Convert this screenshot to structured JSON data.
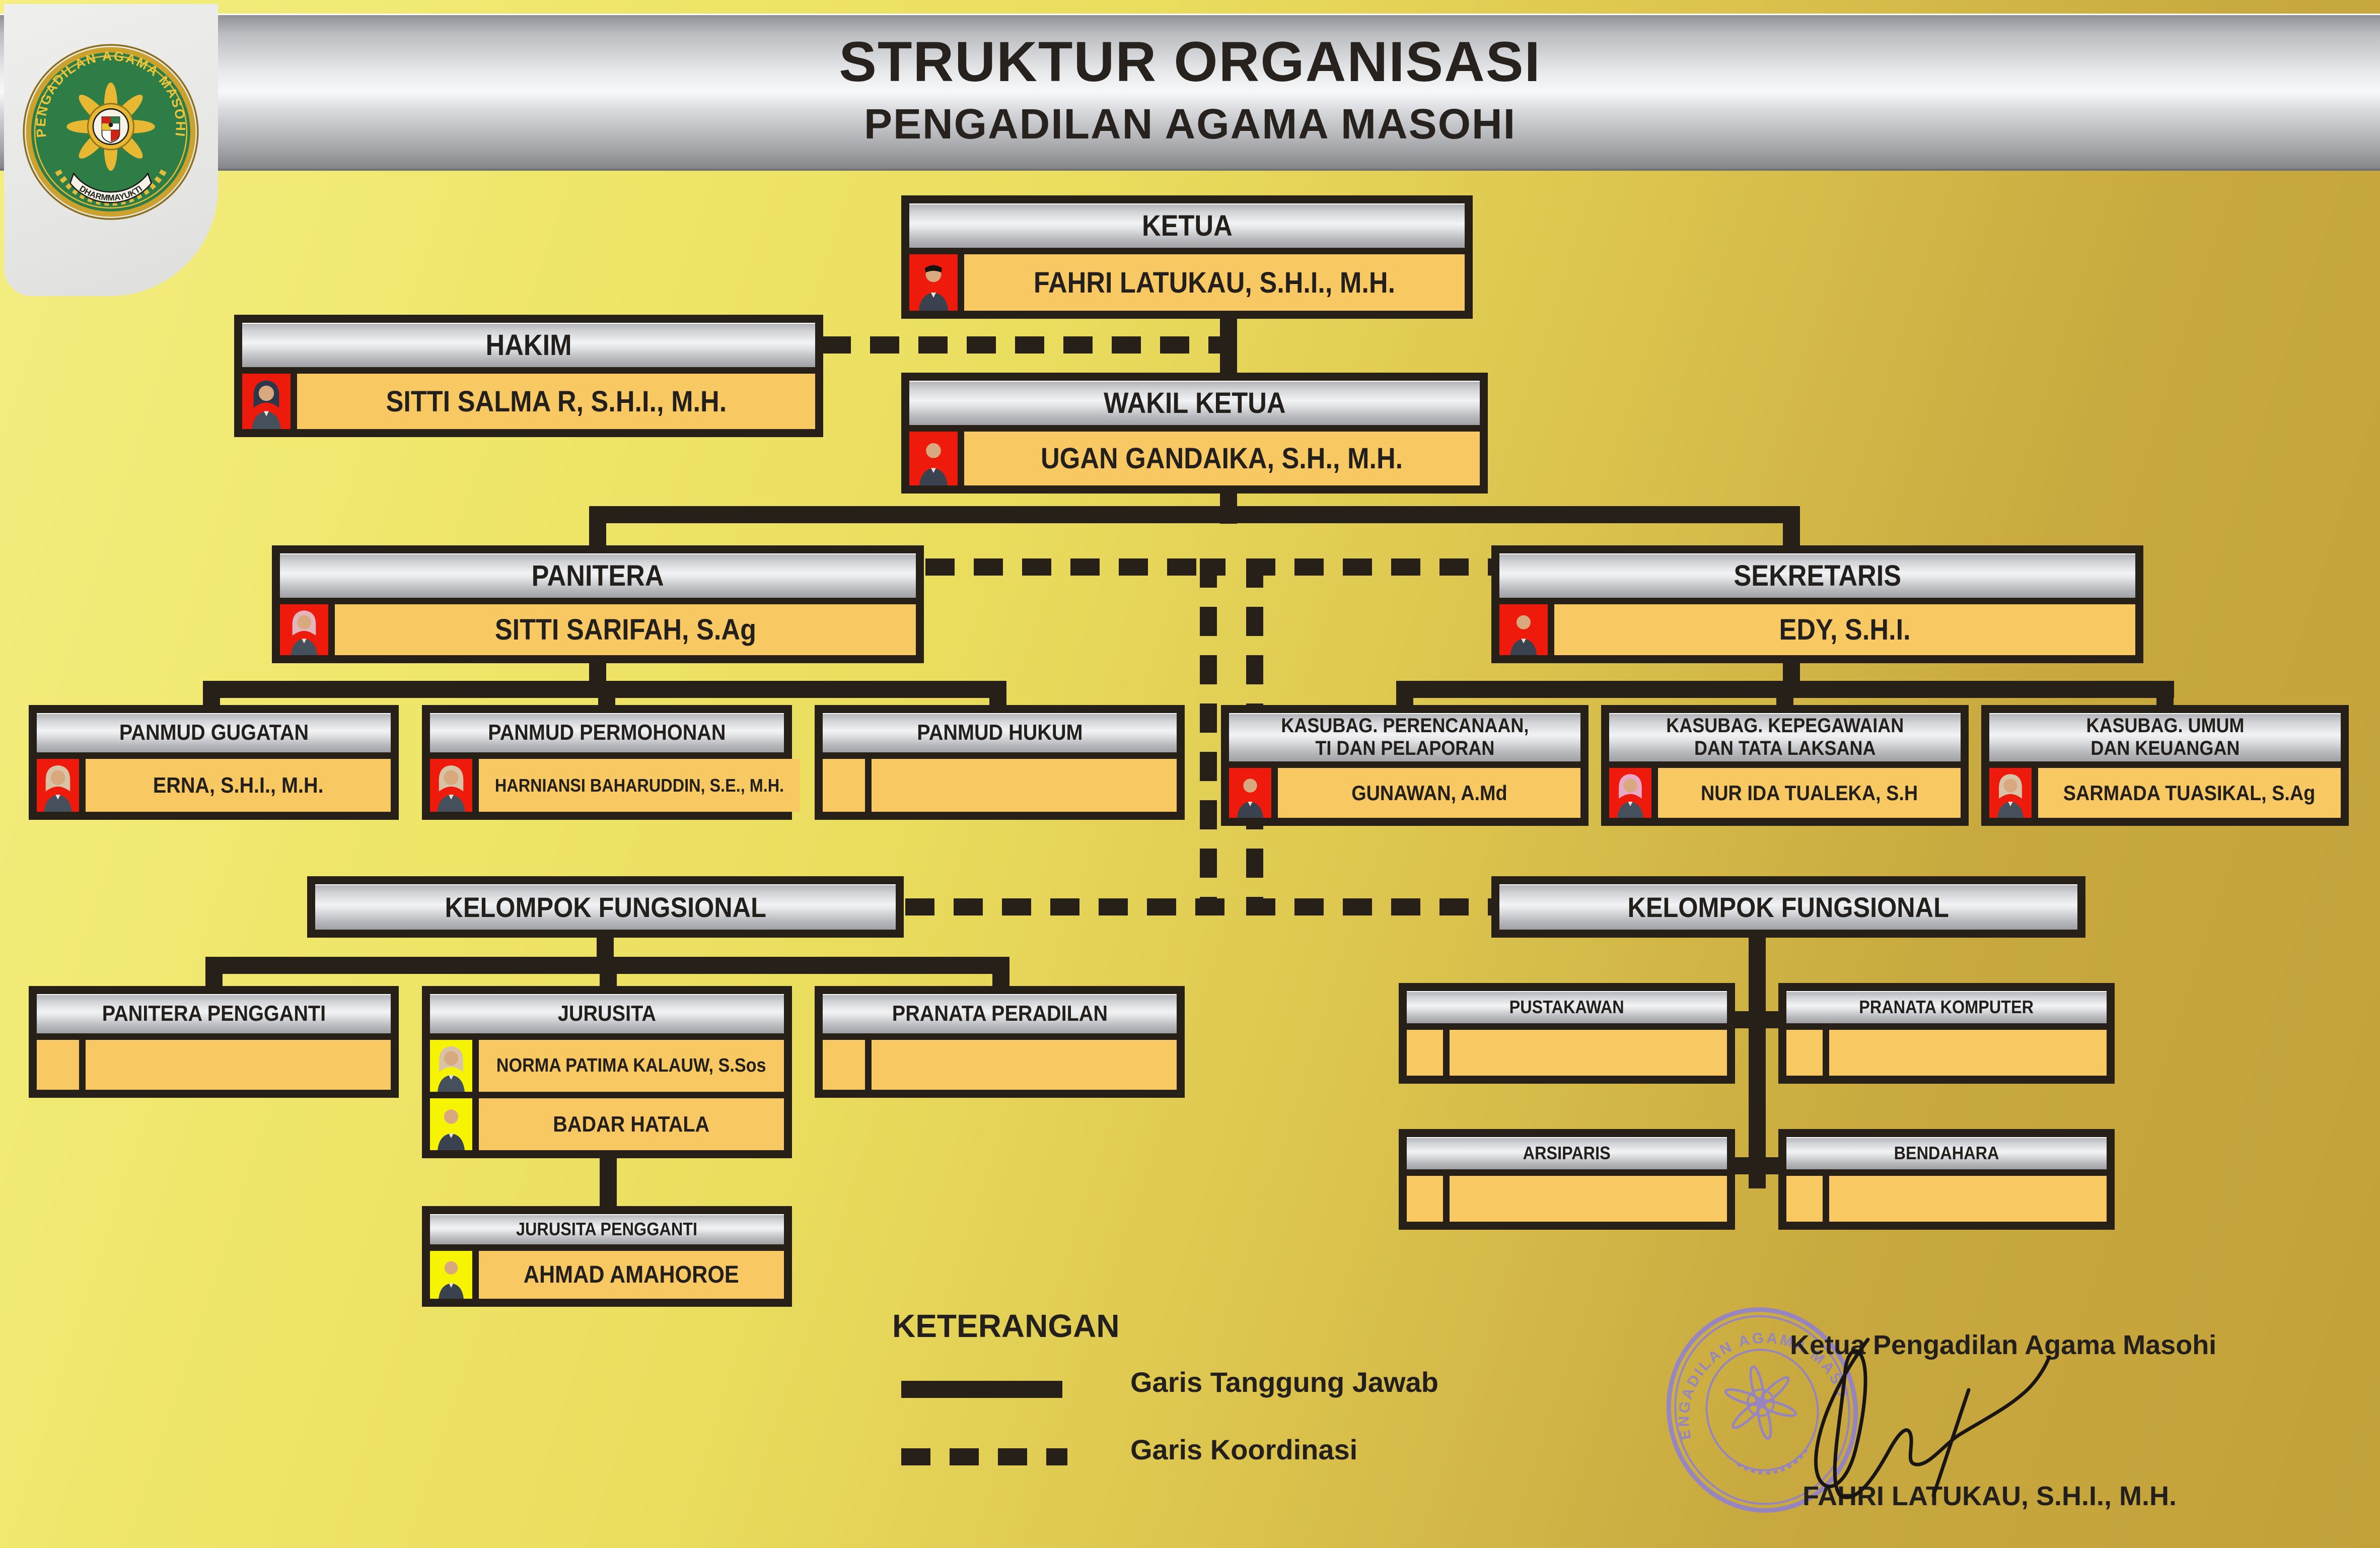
{
  "page_title": {
    "line1": "STRUKTUR ORGANISASI",
    "line2": "PENGADILAN AGAMA MASOHI"
  },
  "logo": {
    "ring_text": "PENGADILAN AGAMA MASOHI",
    "banner_text": "DHARMMAYUKTI"
  },
  "nodes": {
    "ketua": {
      "title": "KETUA",
      "name": "FAHRI LATUKAU, S.H.I., M.H."
    },
    "hakim": {
      "title": "HAKIM",
      "name": "SITTI SALMA R, S.H.I., M.H."
    },
    "wakil_ketua": {
      "title": "WAKIL KETUA",
      "name": "UGAN GANDAIKA, S.H., M.H."
    },
    "panitera": {
      "title": "PANITERA",
      "name": "SITTI SARIFAH, S.Ag"
    },
    "sekretaris": {
      "title": "SEKRETARIS",
      "name": "EDY, S.H.I."
    },
    "panmud_gugatan": {
      "title": "PANMUD GUGATAN",
      "name": "ERNA, S.H.I., M.H."
    },
    "panmud_permohonan": {
      "title": "PANMUD PERMOHONAN",
      "name": "HARNIANSI BAHARUDDIN, S.E., M.H."
    },
    "panmud_hukum": {
      "title": "PANMUD HUKUM",
      "name": ""
    },
    "kasubag_perencanaan": {
      "title": "KASUBAG. PERENCANAAN,\nTI DAN PELAPORAN",
      "name": "GUNAWAN, A.Md"
    },
    "kasubag_kepegawaian": {
      "title": "KASUBAG. KEPEGAWAIAN\nDAN TATA LAKSANA",
      "name": "NUR IDA TUALEKA, S.H"
    },
    "kasubag_umum": {
      "title": "KASUBAG. UMUM\nDAN KEUANGAN",
      "name": "SARMADA TUASIKAL, S.Ag"
    },
    "kelompok_fungsional_kiri": {
      "title": "KELOMPOK FUNGSIONAL"
    },
    "kelompok_fungsional_kanan": {
      "title": "KELOMPOK FUNGSIONAL"
    },
    "panitera_pengganti": {
      "title": "PANITERA PENGGANTI",
      "name": ""
    },
    "jurusita": {
      "title": "JURUSITA",
      "name1": "NORMA PATIMA KALAUW, S.Sos",
      "name2": "BADAR HATALA"
    },
    "pranata_peradilan": {
      "title": "PRANATA PERADILAN",
      "name": ""
    },
    "pustakawan": {
      "title": "PUSTAKAWAN",
      "name": ""
    },
    "pranata_komputer": {
      "title": "PRANATA KOMPUTER",
      "name": ""
    },
    "arsiparis": {
      "title": "ARSIPARIS",
      "name": ""
    },
    "bendahara": {
      "title": "BENDAHARA",
      "name": ""
    },
    "jurusita_pengganti": {
      "title": "JURUSITA PENGGANTI",
      "name": "AHMAD AMAHOROE"
    }
  },
  "legend": {
    "heading": "KETERANGAN",
    "solid_label": "Garis Tanggung Jawab",
    "dashed_label": "Garis Koordinasi"
  },
  "signature": {
    "role": "Ketua Pengadilan Agama Masohi",
    "name": "FAHRI LATUKAU, S.H.I., M.H."
  },
  "colors": {
    "photo_red": "#ee1b0c",
    "photo_yellow": "#f6f303",
    "photo_empty": "#f8c863",
    "amber": "#f8c863",
    "line": "#262019",
    "stamp_purple": "#8a7ce0"
  }
}
